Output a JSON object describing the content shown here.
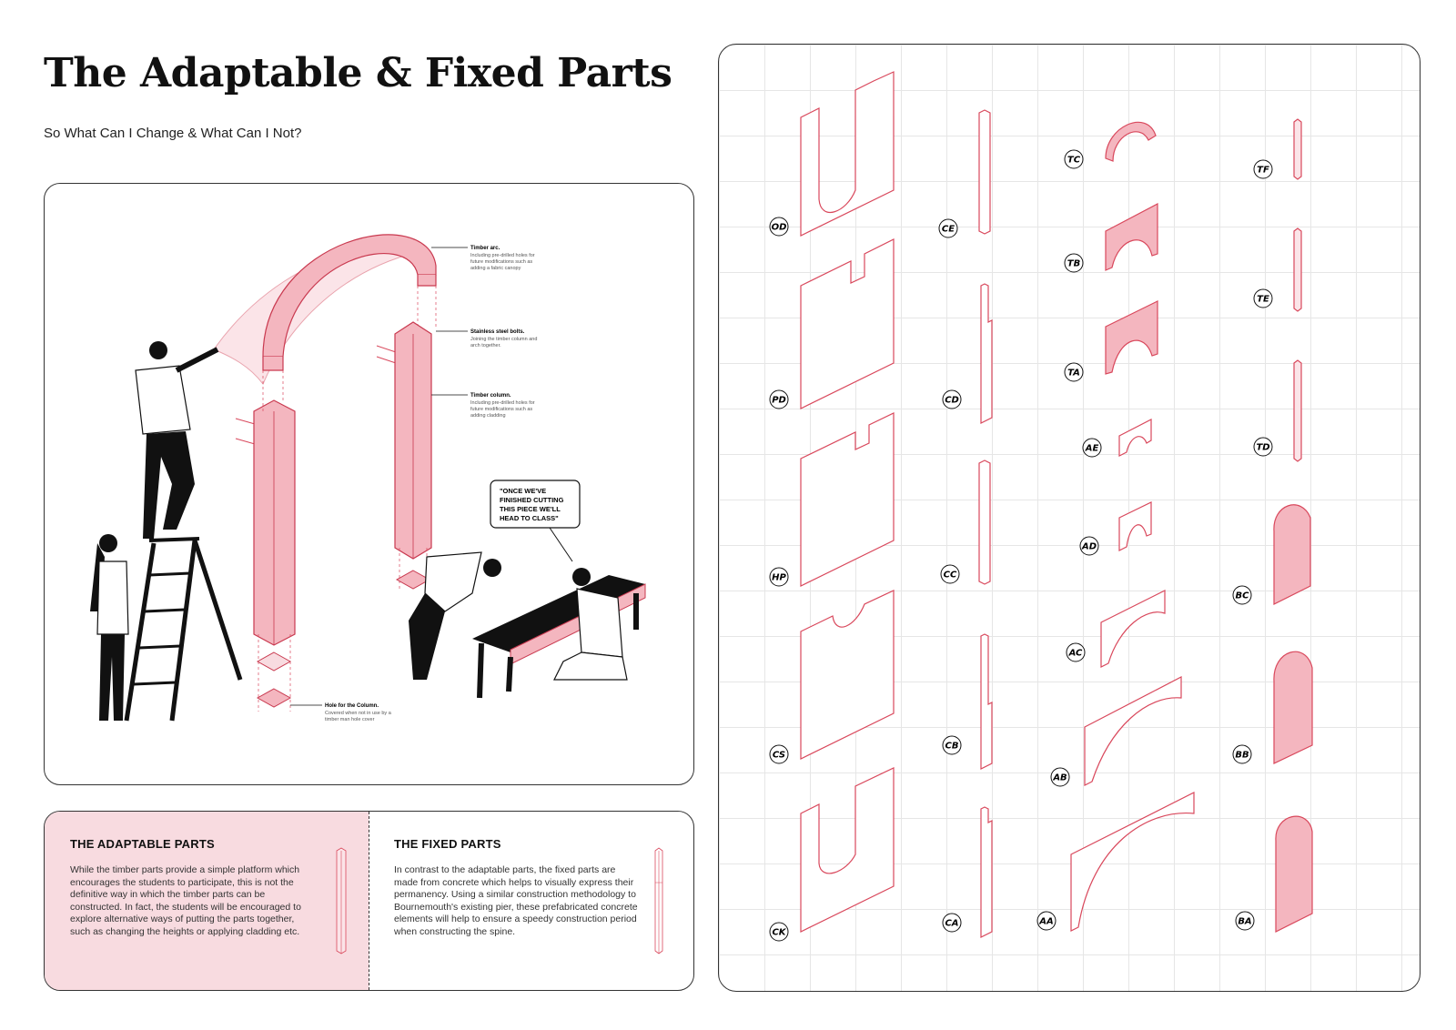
{
  "title": "The Adaptable & Fixed Parts",
  "subtitle": "So What Can I Change & What Can I Not?",
  "colors": {
    "accent": "#f4b6bf",
    "accent_light": "#f8dbe0",
    "line": "#d9485c",
    "ink": "#111111"
  },
  "illustration": {
    "annotations": [
      {
        "title": "Timber arc.",
        "lines": [
          "Including pre-drilled holes for",
          "future modifications such as",
          "adding a fabric canopy"
        ]
      },
      {
        "title": "Stainless steel bolts.",
        "lines": [
          "Joining the timber column and",
          "arch together."
        ]
      },
      {
        "title": "Timber column.",
        "lines": [
          "Including pre-drilled holes for",
          "future modifications such as",
          "adding cladding"
        ]
      },
      {
        "title": "Hole for the Column.",
        "lines": [
          "Covered when not in use by a",
          "timber man hole cover"
        ]
      }
    ],
    "speech_bubble": [
      "\"ONCE WE'VE",
      "FINISHED CUTTING",
      "THIS PIECE WE'LL",
      "HEAD TO CLASS\""
    ]
  },
  "adaptable": {
    "heading": "THE ADAPTABLE PARTS",
    "body": "While the timber parts provide a simple platform which encourages the students to participate, this is not the definitive way in which the timber parts can be constructed. In fact, the students will be encouraged to explore alternative ways of putting the parts together, such as changing the heights or applying cladding etc."
  },
  "fixed": {
    "heading": "THE FIXED PARTS",
    "body": "In contrast to the adaptable parts, the fixed parts are made from concrete which helps to visually express their permanency. Using a similar construction methodology to Bournemouth's existing pier, these prefabricated concrete elements will help to ensure a speedy construction period when constructing the spine."
  },
  "parts": {
    "col1": [
      "OD",
      "PD",
      "HP",
      "CS",
      "CK"
    ],
    "col2": [
      "CE",
      "CD",
      "CC",
      "CB",
      "CA"
    ],
    "col3": [
      "TC",
      "TB",
      "TA",
      "AE",
      "AD",
      "AC",
      "AB",
      "AA"
    ],
    "col4": [
      "TF",
      "TE",
      "TD",
      "BC",
      "BB",
      "BA"
    ]
  }
}
